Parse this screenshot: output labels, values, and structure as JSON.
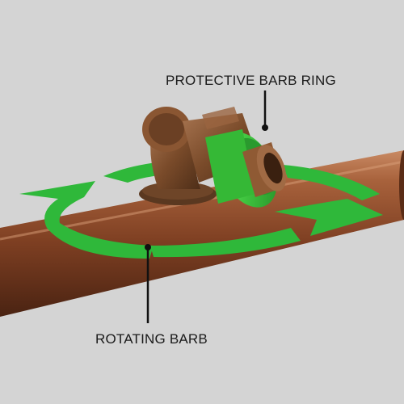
{
  "image": {
    "background_color": "#d4d4d4",
    "depicts": [
      "pipe",
      "rotating-barb-elbow",
      "protective-barb-ring",
      "rotation-arrows"
    ]
  },
  "colors": {
    "pipe": "#8a4a2a",
    "pipe_highlight": "#c98a63",
    "fitting": "#7a4b2a",
    "ring": "#3fc43f",
    "arrows": "#2fb83a",
    "leader_line": "#111111",
    "label_text": "#1a1a1a"
  },
  "callouts": {
    "protective_barb_ring": "PROTECTIVE BARB RING",
    "rotating_barb": "ROTATING BARB"
  }
}
